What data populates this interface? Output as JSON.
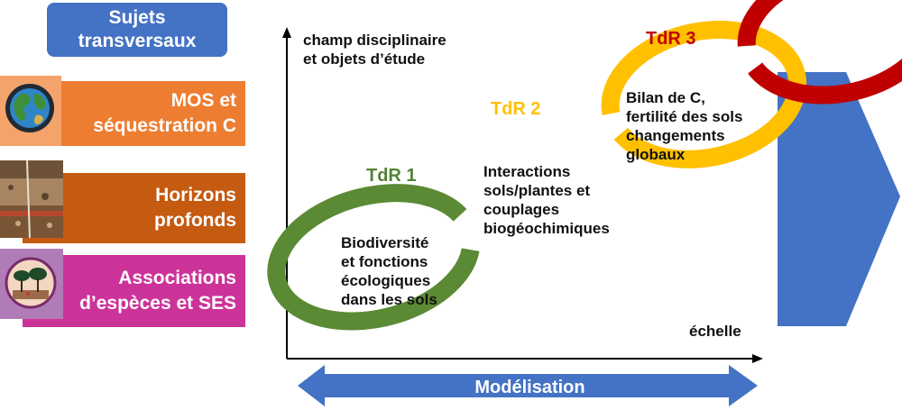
{
  "sidebar": {
    "header": [
      "Sujets",
      "transversaux"
    ],
    "themes": [
      {
        "lines": [
          "MOS et",
          "séquestration  C"
        ],
        "color": "#ed7d31",
        "icon": "earth-globe-icon"
      },
      {
        "lines": [
          "Horizons",
          "profonds"
        ],
        "color": "#c55a11",
        "icon": "soil-profile-icon"
      },
      {
        "lines": [
          "Associations",
          "d’espèces et SES"
        ],
        "color": "#cc3399",
        "icon": "trees-circle-icon"
      }
    ]
  },
  "diagram": {
    "y_axis_label": [
      "champ disciplinaire",
      "et objets d’étude"
    ],
    "x_axis_label": "échelle",
    "bottom_arrow_label": "Modélisation",
    "tdrs": [
      {
        "name": "TdR 1",
        "color": "#548235",
        "lines": [
          "Biodiversité",
          "et fonctions",
          "écologiques",
          "dans les sols"
        ]
      },
      {
        "name": "TdR 2",
        "color": "#ffc000",
        "lines": [
          "Interactions",
          "sols/plantes et",
          "couplages",
          "biogéochimiques"
        ]
      },
      {
        "name": "TdR 3",
        "color": "#c00000",
        "lines": [
          "Bilan de C,",
          "fertilité des sols",
          "changements",
          "globaux"
        ]
      }
    ],
    "accent_blue": "#4472c4"
  }
}
